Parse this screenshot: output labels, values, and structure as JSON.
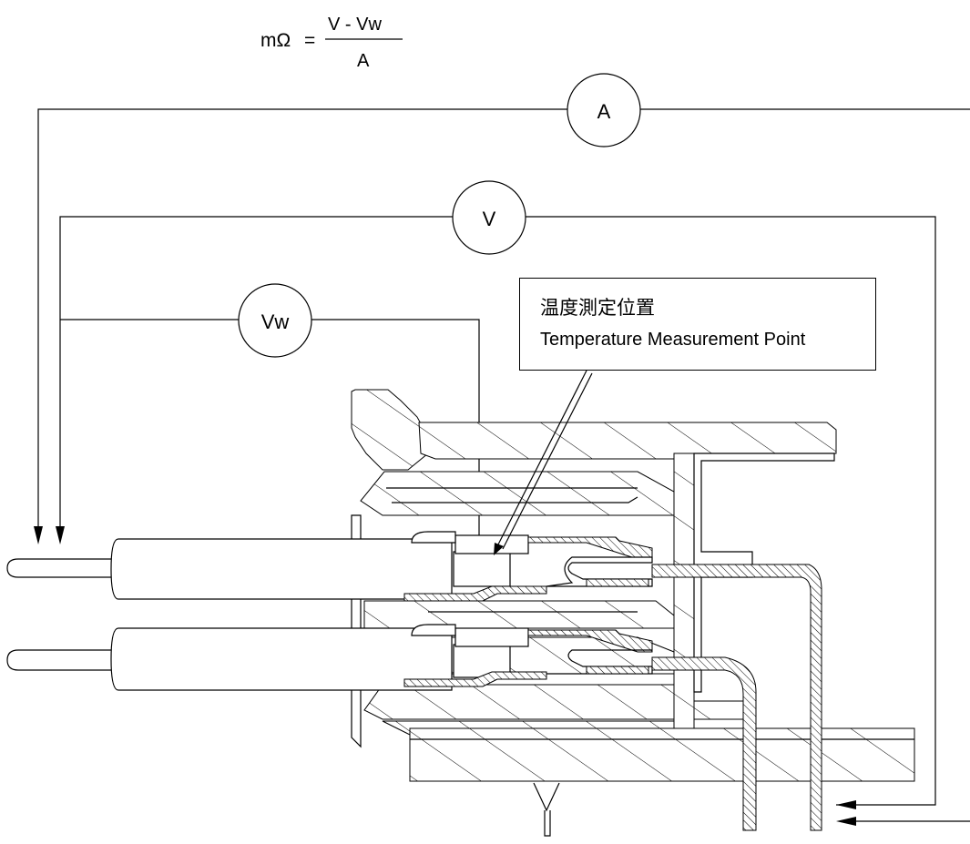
{
  "formula": {
    "lhs": "mΩ",
    "equals": "=",
    "numerator": "V - Vw",
    "denominator": "A"
  },
  "meters": {
    "ammeter": "A",
    "voltmeter": "V",
    "voltmeter_wire": "Vw"
  },
  "callout": {
    "label_jp": "温度測定位置",
    "label_en": "Temperature Measurement Point"
  }
}
